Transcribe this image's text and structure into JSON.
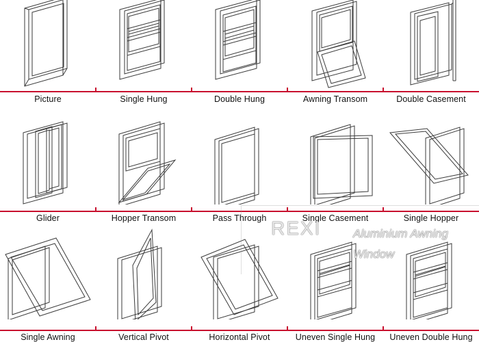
{
  "window_types": [
    {
      "label": "Picture",
      "icon": "picture-window-icon"
    },
    {
      "label": "Single Hung",
      "icon": "single-hung-window-icon"
    },
    {
      "label": "Double Hung",
      "icon": "double-hung-window-icon"
    },
    {
      "label": "Awning Transom",
      "icon": "awning-transom-window-icon"
    },
    {
      "label": "Double Casement",
      "icon": "double-casement-window-icon"
    },
    {
      "label": "Glider",
      "icon": "glider-window-icon"
    },
    {
      "label": "Hopper Transom",
      "icon": "hopper-transom-window-icon"
    },
    {
      "label": "Pass Through",
      "icon": "pass-through-window-icon"
    },
    {
      "label": "Single Casement",
      "icon": "single-casement-window-icon"
    },
    {
      "label": "Single Hopper",
      "icon": "single-hopper-window-icon"
    },
    {
      "label": "Single Awning",
      "icon": "single-awning-window-icon"
    },
    {
      "label": "Vertical Pivot",
      "icon": "vertical-pivot-window-icon"
    },
    {
      "label": "Horizontal Pivot",
      "icon": "horizontal-pivot-window-icon"
    },
    {
      "label": "Uneven Single Hung",
      "icon": "uneven-single-hung-window-icon"
    },
    {
      "label": "Uneven Double Hung",
      "icon": "uneven-double-hung-window-icon"
    }
  ],
  "watermark": {
    "brand": "REXI",
    "line1": "Aluminium Awning",
    "line2": "Window"
  },
  "colors": {
    "divider": "#c8102e",
    "line": "#3a3a3a",
    "text": "#111111"
  }
}
